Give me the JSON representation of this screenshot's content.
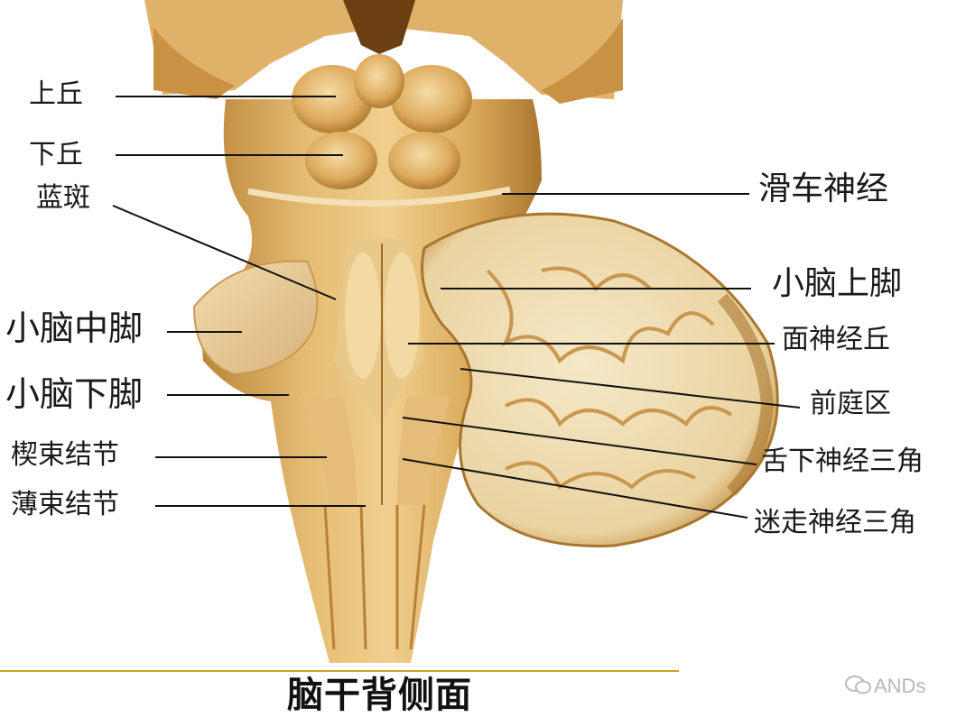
{
  "labels": {
    "shangqiu": "上丘",
    "xiaqiu": "下丘",
    "lanban": "蓝斑",
    "xiaonao_zhongjiao": "小脑中脚",
    "xiaonao_xiajiao": "小脑下脚",
    "xieshu_jiejie": "楔束结节",
    "boshu_jiejie": "薄束结节",
    "huache_shenjing": "滑车神经",
    "xiaonao_shangjiao": "小脑上脚",
    "mianshenjing_qiu": "面神经丘",
    "qianting_qu": "前庭区",
    "shexia_shenjing_sanjiao": "舌下神经三角",
    "mizou_shenjing_sanjiao": "迷走神经三角"
  },
  "caption": "脑干背侧面",
  "watermark": "ANDs",
  "colors": {
    "tissue": "#d9a95a",
    "tissue_light": "#efd29a",
    "tissue_dark": "#a9762f",
    "cerebellum_white": "#f3e6c6",
    "cerebellum_folia": "#d6b06a",
    "leader": "#111111",
    "rule": "#c9a227"
  }
}
